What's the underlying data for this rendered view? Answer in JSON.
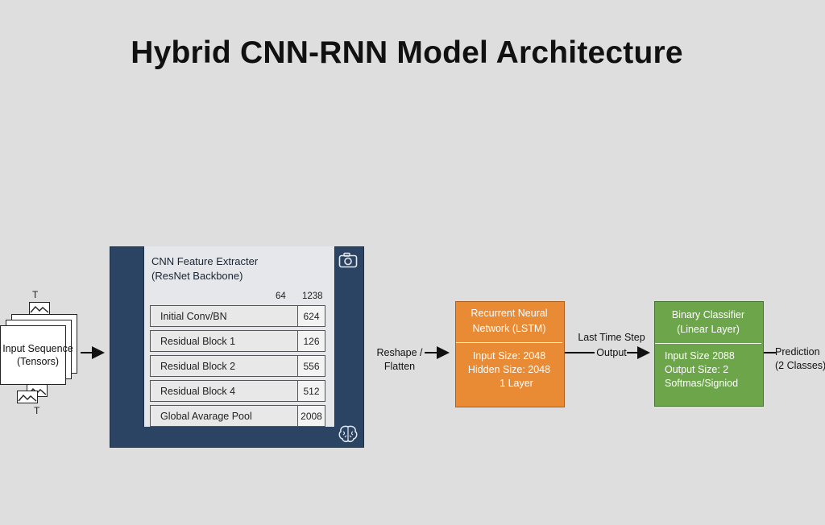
{
  "title": "Hybrid CNN-RNN Model Architecture",
  "input": {
    "label_line1": "Input Sequence",
    "label_line2": "(Tensors)",
    "t_top": "T",
    "t_bottom": "T"
  },
  "reshape": {
    "line1": "Reshape /",
    "line2": "Flatten"
  },
  "cnn": {
    "title_line1": "CNN Feature Extracter",
    "title_line2": "(ResNet Backbone)",
    "col_head_1": "64",
    "col_head_2": "1238",
    "layers": [
      {
        "name": "Initial Conv/BN",
        "value": "624"
      },
      {
        "name": "Residual Block 1",
        "value": "126"
      },
      {
        "name": "Residual Block 2",
        "value": "556"
      },
      {
        "name": "Residual Block 4",
        "value": "512"
      },
      {
        "name": "Global Avarage Pool",
        "value": "2008"
      }
    ]
  },
  "lstm": {
    "head_line1": "Recurrent Neural",
    "head_line2": "Network (LSTM)",
    "body_line1": "Input Size: 2048",
    "body_line2": "Hidden Size: 2048",
    "body_line3": "1 Layer"
  },
  "last_step": {
    "line1": "Last Time Step",
    "line2": "Output"
  },
  "classifier": {
    "head_line1": "Binary Classifier",
    "head_line2": "(Linear Layer)",
    "body_line1": "Input Size 2088",
    "body_line2": "Output Size: 2",
    "body_line3": "Softmas/Signiod"
  },
  "prediction": {
    "line1": "Prediction",
    "line2": "(2 Classes)"
  },
  "colors": {
    "cnn_block": "#2c4463",
    "lstm_block": "#e98a35",
    "classifier_block": "#6da54b",
    "background": "#dedede"
  },
  "icons": [
    "image-icon",
    "camera-icon",
    "brain-icon",
    "arrow-right-icon"
  ]
}
